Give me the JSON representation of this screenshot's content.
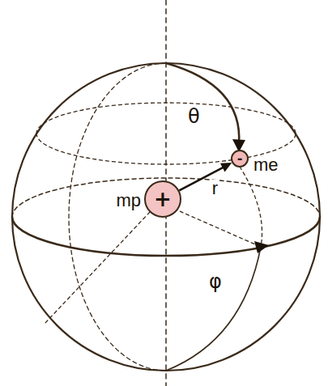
{
  "diagram": {
    "nodes": [
      {
        "text": [
          "+",
          "mp"
        ]
      },
      {
        "text": [
          "-",
          "me"
        ]
      }
    ],
    "edges": [
      {
        "from": 0,
        "to": 1,
        "arrow": "to",
        "label": "r"
      }
    ],
    "labels": [
      "θ",
      "φ"
    ]
  }
}
